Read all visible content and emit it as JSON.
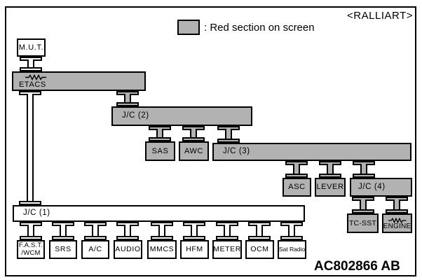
{
  "header": {
    "variant": "<RALLIART>",
    "legend_text": ": Red section on screen",
    "drawing_code": "AC802866 AB"
  },
  "colors": {
    "section_fill": "#b2b2b2",
    "plain_fill": "#ffffff",
    "line": "#000000"
  },
  "legend": {
    "swatch_meaning": "Red section on screen"
  },
  "nodes": {
    "mut": "M.U.T.",
    "etacs": "ETACS",
    "jc1": "J/C (1)",
    "jc2": "J/C (2)",
    "jc3": "J/C (3)",
    "jc4": "J/C (4)",
    "sas": "SAS",
    "awc": "AWC",
    "asc": "ASC",
    "lever": "LEVER",
    "tcsst": "TC-SST",
    "engine": "ENGINE",
    "fast_line1": "F.A.S.T.",
    "fast_line2": "/WCM",
    "srs": "SRS",
    "ac": "A/C",
    "audio": "AUDIO",
    "mmcs": "MMCS",
    "hfm": "HFM",
    "meter": "METER",
    "ocm": "OCM",
    "sat_radio": "Sat Radio"
  }
}
